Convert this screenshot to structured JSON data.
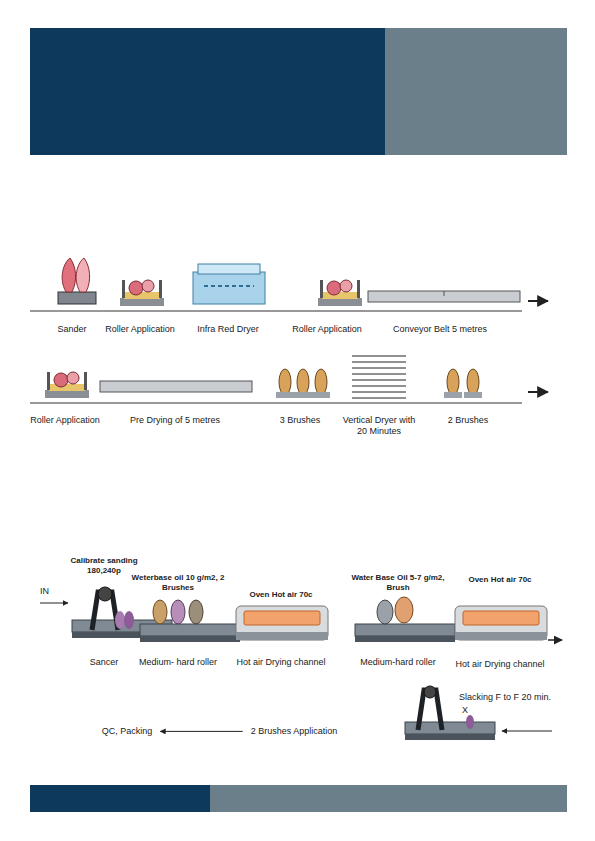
{
  "diagram": {
    "nodes": [
      {
        "text": [
          "Sander"
        ]
      },
      {
        "text": [
          "Roller Application"
        ]
      },
      {
        "text": [
          "Infra Red Dryer"
        ]
      },
      {
        "text": [
          "Roller Application"
        ]
      },
      {
        "text": [
          "Conveyor Belt 5 metres"
        ]
      },
      {
        "text": [
          "Roller Application"
        ]
      },
      {
        "text": [
          "Pre Drying of 5 metres"
        ]
      },
      {
        "text": [
          "3 Brushes"
        ]
      },
      {
        "text": [
          "Vertical Dryer with 20 Minutes"
        ]
      },
      {
        "text": [
          "2 Brushes"
        ]
      },
      {
        "text": [
          "Calibrate sanding 180,240p",
          "Sancer"
        ]
      },
      {
        "text": [
          "Weterbase oil 10 g/m2, 2 Brushes",
          "Medium- hard roller"
        ]
      },
      {
        "text": [
          "Oven Hot air 70c",
          "Hot air Drying channel"
        ]
      },
      {
        "text": [
          "Water Base Oil 5-7 g/m2, Brush",
          "Medium-hard roller"
        ]
      },
      {
        "text": [
          "Oven Hot air 70c",
          "Hot air Drying channel"
        ]
      },
      {
        "text": [
          "Slacking F to F 20 min."
        ]
      },
      {
        "text": [
          "2 Brushes Application"
        ]
      },
      {
        "text": [
          "QC, Packing"
        ]
      }
    ],
    "edges": [
      {
        "from": 16,
        "to": 17,
        "arrow": "to"
      }
    ],
    "labels": [
      "IN",
      "X"
    ]
  }
}
